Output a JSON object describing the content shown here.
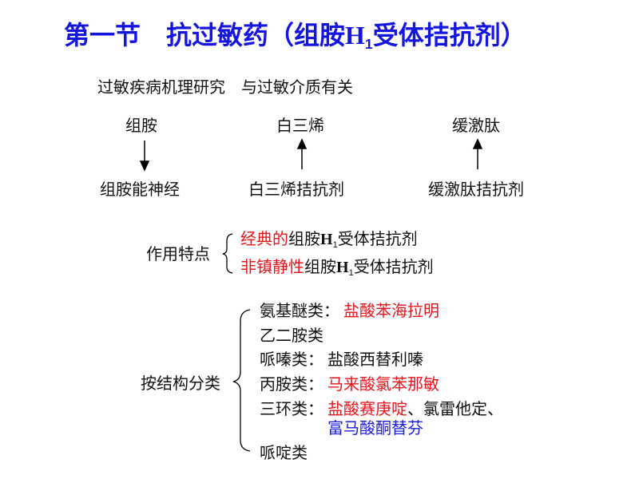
{
  "title": {
    "prefix": "第一节　抗过敏药（组胺",
    "h": "H",
    "sub": "1",
    "suffix": "受体拮抗剂）"
  },
  "intro": "过敏疾病机理研究　与过敏介质有关",
  "mediators": [
    {
      "name": "组胺",
      "arrow": "down",
      "target": "组胺能神经"
    },
    {
      "name": "白三烯",
      "arrow": "up",
      "target": "白三烯拮抗剂"
    },
    {
      "name": "缓激肽",
      "arrow": "up",
      "target": "缓激肽拮抗剂"
    }
  ],
  "features": {
    "label": "作用特点",
    "items": [
      {
        "highlight": "经典的",
        "rest_a": "组胺",
        "h": "H",
        "sub": "1",
        "rest_b": "受体拮抗剂"
      },
      {
        "highlight": "非镇静性",
        "rest_a": "组胺",
        "h": "H",
        "sub": "1",
        "rest_b": "受体拮抗剂"
      }
    ]
  },
  "classification": {
    "label": "按结构分类",
    "items": [
      {
        "cls": "氨基醚类：",
        "drug": "盐酸苯海拉明"
      },
      {
        "cls": "乙二胺类"
      },
      {
        "cls": "哌嗪类：",
        "drug_black": "盐酸西替利嗪"
      },
      {
        "cls": "丙胺类：",
        "drug": "马来酸氯苯那敏"
      },
      {
        "cls": "三环类：",
        "drug": "盐酸赛庚啶",
        "others": "、氯雷他定、",
        "drug_blue": "富马酸酮替芬"
      },
      {
        "cls": "哌啶类"
      }
    ]
  },
  "colors": {
    "title": "#1515e0",
    "highlight": "#e3151b",
    "blue": "#1a1ad8"
  }
}
